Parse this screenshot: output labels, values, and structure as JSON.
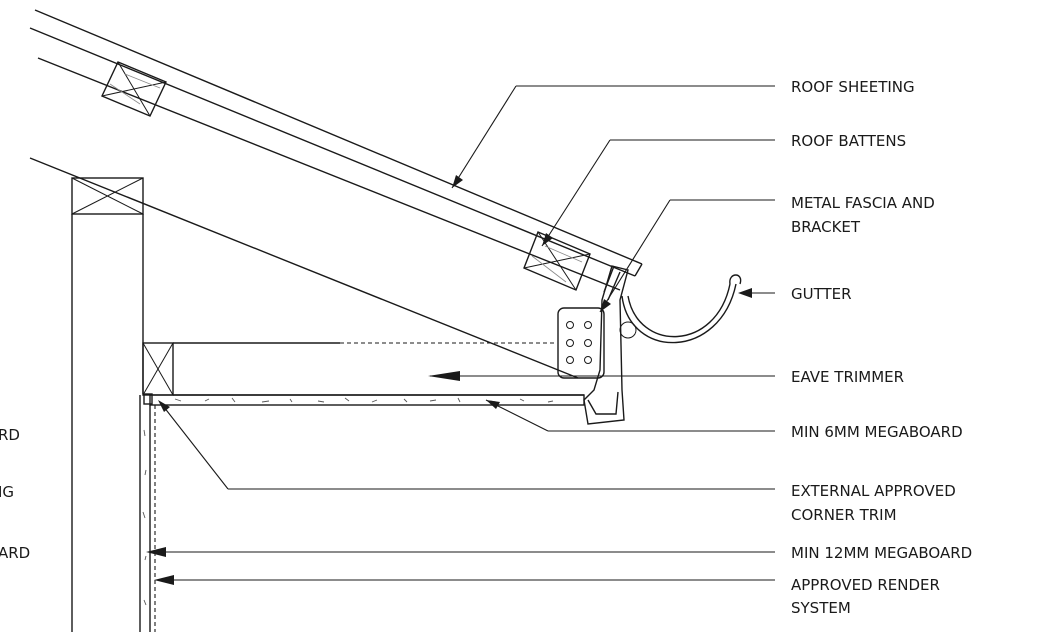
{
  "labels": {
    "roof_sheeting": "ROOF SHEETING",
    "roof_battens": "ROOF BATTENS",
    "fascia_line1": "METAL FASCIA  AND",
    "fascia_line2": "BRACKET",
    "gutter": "GUTTER",
    "eave_trimmer": "EAVE TRIMMER",
    "megaboard_6": "MIN 6MM MEGABOARD",
    "corner_line1": "EXTERNAL APPROVED",
    "corner_line2": "CORNER TRIM",
    "megaboard_12": "MIN 12MM MEGABOARD",
    "render_line1": "APPROVED RENDER",
    "render_line2": "SYSTEM"
  },
  "cropped_left_labels": [
    "RD",
    "IG",
    "ARD"
  ],
  "colors": {
    "ink": "#1a1a1a",
    "grain": "#8a8a8a",
    "background": "#ffffff"
  }
}
